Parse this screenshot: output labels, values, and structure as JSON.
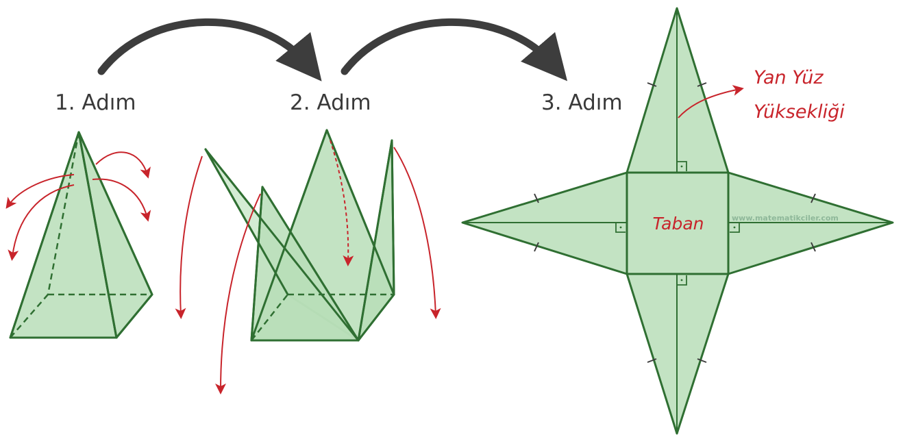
{
  "steps": {
    "step1": "1. Adım",
    "step2": "2. Adım",
    "step3": "3. Adım"
  },
  "labels": {
    "side_height_line1": "Yan Yüz",
    "side_height_line2": "Yüksekliği",
    "base": "Taban",
    "watermark": "www.matematikciler.com"
  },
  "colors": {
    "face_fill": "#b9deb9",
    "edge": "#2f6f32",
    "accent_red": "#c8242b",
    "arrow_dark": "#3d3d3d",
    "text": "#3a3a3a"
  }
}
